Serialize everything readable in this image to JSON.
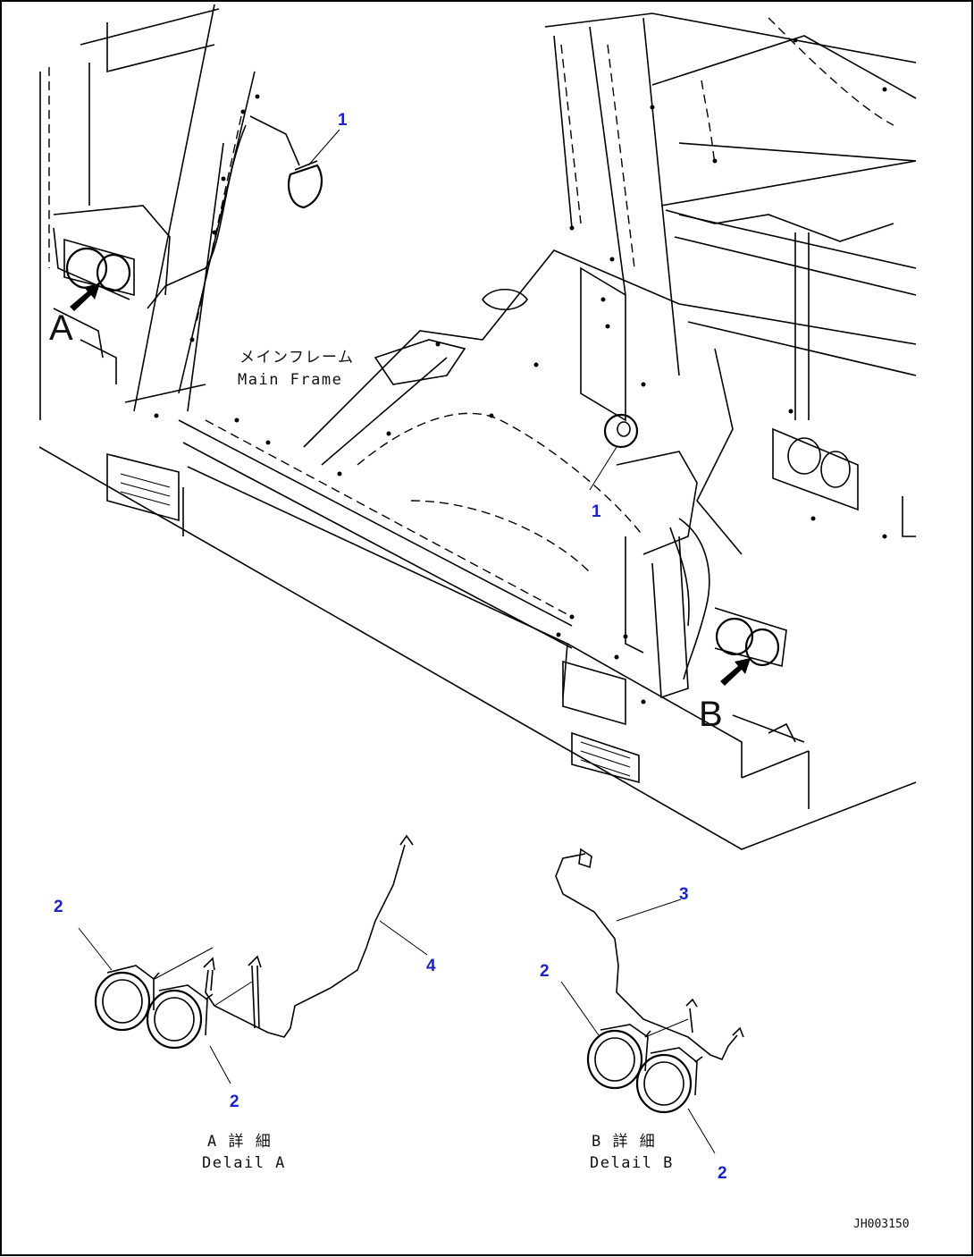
{
  "drawing": {
    "callouts": [
      "1",
      "1",
      "2",
      "2",
      "4",
      "3",
      "2",
      "2"
    ],
    "arrow_labels": {
      "a": "A",
      "b": "B"
    },
    "main_frame_label": {
      "jp": "メインフレーム",
      "en": "Main Frame"
    },
    "detail_a": {
      "jp": "A 詳 細",
      "en": "Delail A"
    },
    "detail_b": {
      "jp": "B 詳 細",
      "en": "Delail B"
    },
    "drawing_code": "JH003150"
  },
  "colors": {
    "callout": "#1b22c8",
    "line": "#000000",
    "background": "#ffffff"
  }
}
